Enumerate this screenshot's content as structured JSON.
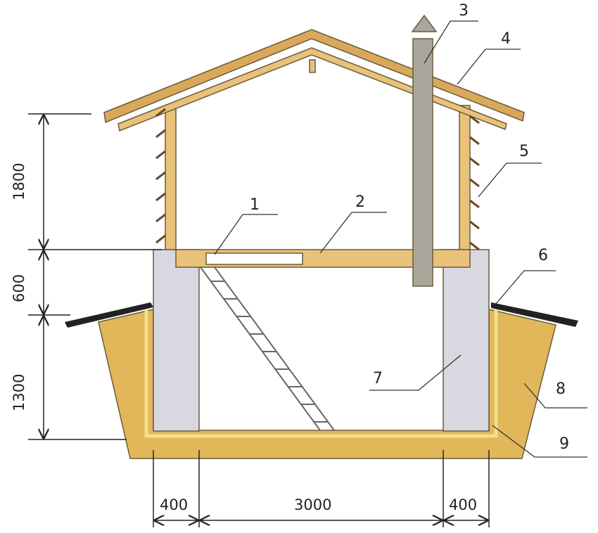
{
  "title": "Cellar under house cross-section",
  "labels": [
    "1",
    "2",
    "3",
    "4",
    "5",
    "6",
    "7",
    "8",
    "9"
  ],
  "dimensions": {
    "vertical": [
      "1800",
      "600",
      "1300"
    ],
    "horizontal": [
      "400",
      "3000",
      "400"
    ]
  },
  "colors": {
    "wood": "#e9c27a",
    "earth": "#e2b75a",
    "concrete": "#d8d8e0",
    "chimney": "#a9a79b",
    "roofing": "#222222"
  }
}
